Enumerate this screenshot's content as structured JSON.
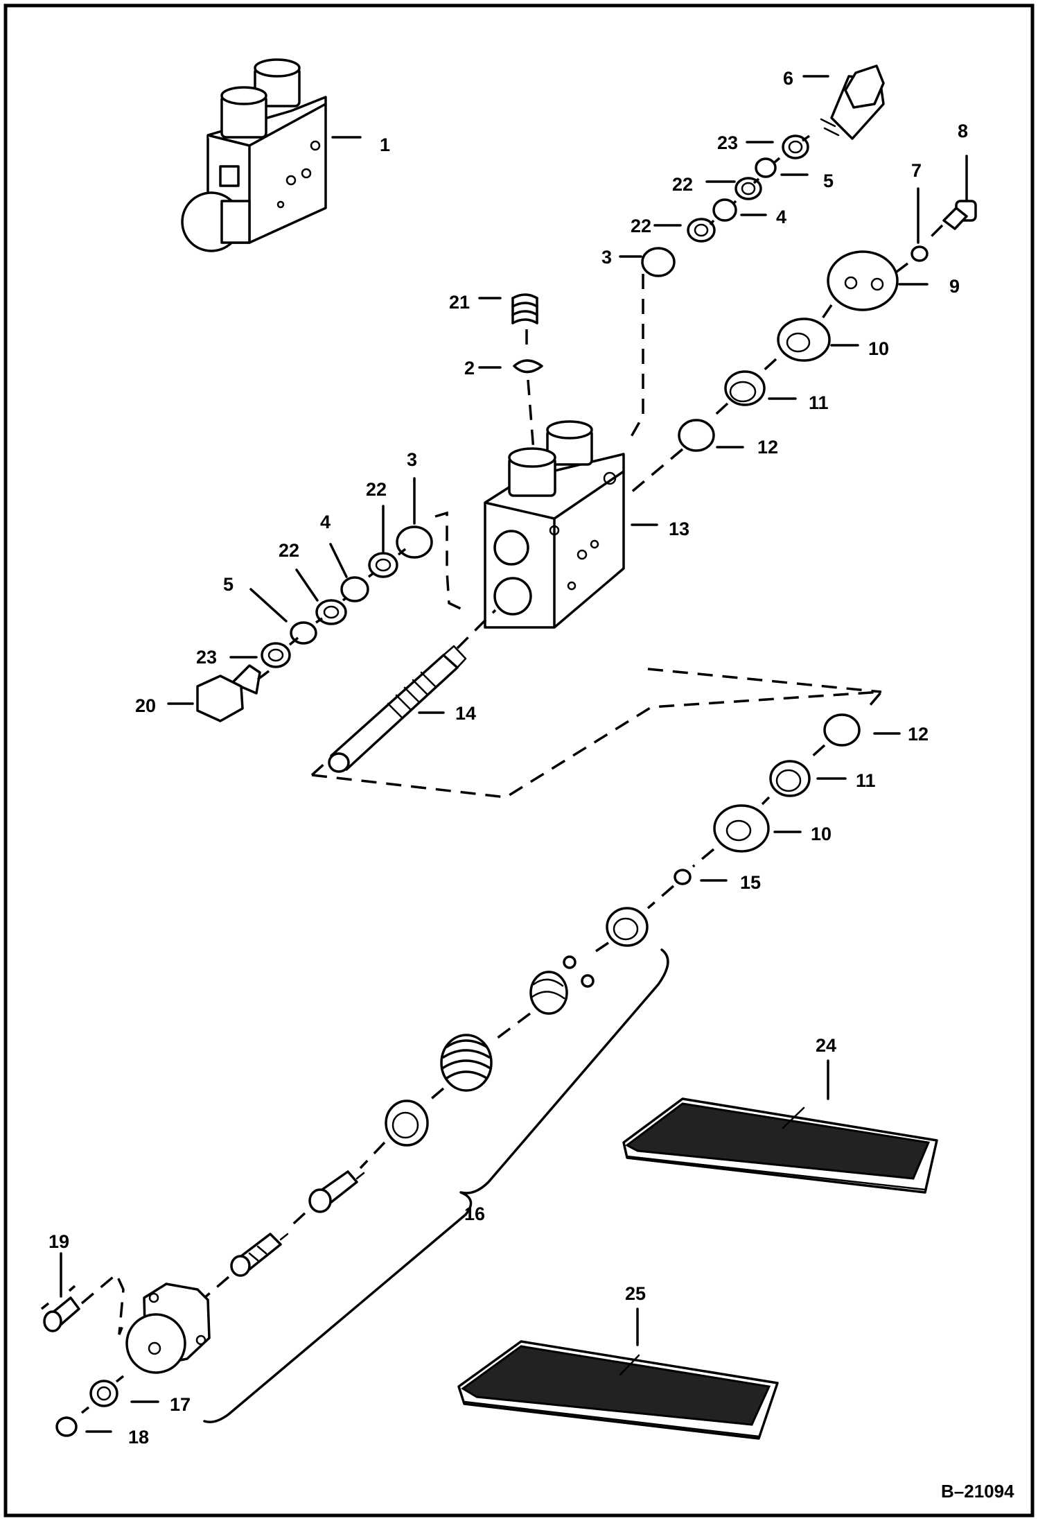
{
  "figure": {
    "reference_id": "B–21094"
  },
  "callouts": [
    {
      "id": "c1",
      "text": "1"
    },
    {
      "id": "c2",
      "text": "2"
    },
    {
      "id": "c3a",
      "text": "3"
    },
    {
      "id": "c3b",
      "text": "3"
    },
    {
      "id": "c4a",
      "text": "4"
    },
    {
      "id": "c4b",
      "text": "4"
    },
    {
      "id": "c5a",
      "text": "5"
    },
    {
      "id": "c5b",
      "text": "5"
    },
    {
      "id": "c6",
      "text": "6"
    },
    {
      "id": "c7",
      "text": "7"
    },
    {
      "id": "c8",
      "text": "8"
    },
    {
      "id": "c9",
      "text": "9"
    },
    {
      "id": "c10a",
      "text": "10"
    },
    {
      "id": "c10b",
      "text": "10"
    },
    {
      "id": "c11a",
      "text": "11"
    },
    {
      "id": "c11b",
      "text": "11"
    },
    {
      "id": "c12a",
      "text": "12"
    },
    {
      "id": "c12b",
      "text": "12"
    },
    {
      "id": "c13",
      "text": "13"
    },
    {
      "id": "c14",
      "text": "14"
    },
    {
      "id": "c15",
      "text": "15"
    },
    {
      "id": "c16",
      "text": "16"
    },
    {
      "id": "c17",
      "text": "17"
    },
    {
      "id": "c18",
      "text": "18"
    },
    {
      "id": "c19",
      "text": "19"
    },
    {
      "id": "c20",
      "text": "20"
    },
    {
      "id": "c21",
      "text": "21"
    },
    {
      "id": "c22a",
      "text": "22"
    },
    {
      "id": "c22b",
      "text": "22"
    },
    {
      "id": "c22c",
      "text": "22"
    },
    {
      "id": "c22d",
      "text": "22"
    },
    {
      "id": "c23a",
      "text": "23"
    },
    {
      "id": "c23b",
      "text": "23"
    },
    {
      "id": "c24",
      "text": "24"
    },
    {
      "id": "c25",
      "text": "25"
    }
  ]
}
